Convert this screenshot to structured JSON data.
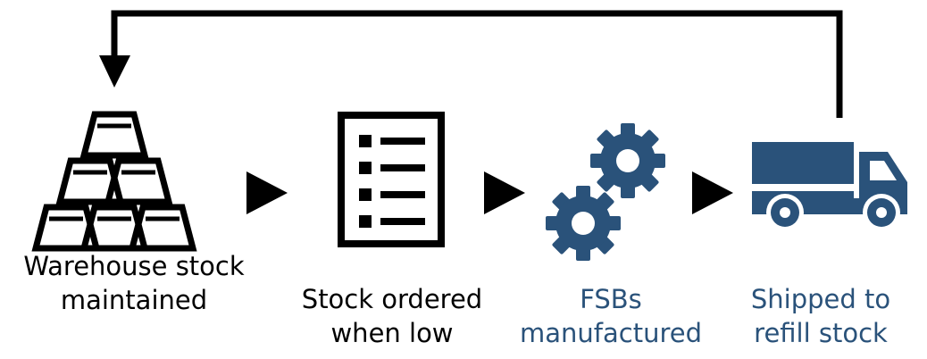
{
  "steps": [
    {
      "line1": "Warehouse stock",
      "line2": "maintained",
      "icon": "gold-bars-icon"
    },
    {
      "line1": "Stock ordered",
      "line2": "when low",
      "icon": "checklist-icon"
    },
    {
      "line1": "FSBs",
      "line2": "manufactured",
      "icon": "gears-icon"
    },
    {
      "line1": "Shipped to",
      "line2": "refill stock",
      "icon": "truck-icon"
    }
  ],
  "colors": {
    "black": "#000000",
    "blue": "#2a527a"
  }
}
